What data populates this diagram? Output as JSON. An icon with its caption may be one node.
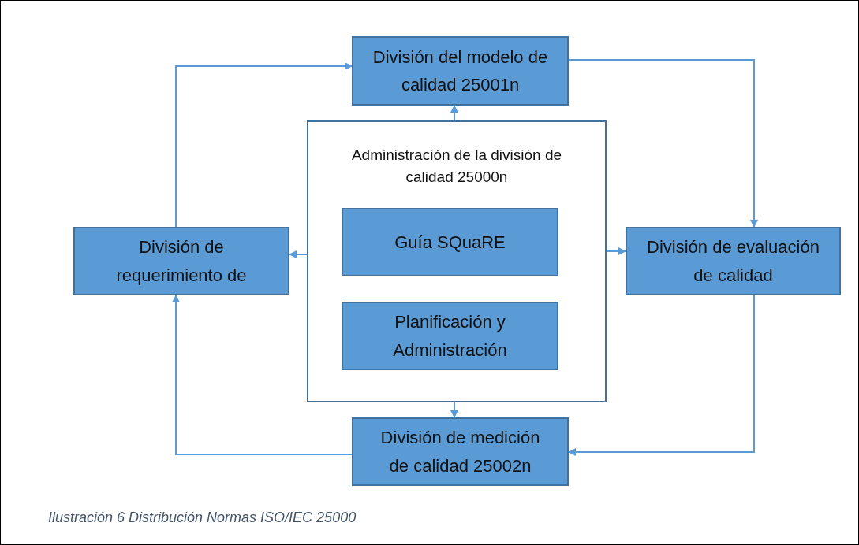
{
  "diagram": {
    "caption": "Ilustración 6 Distribución Normas ISO/IEC 25000",
    "nodes": [
      {
        "text": [
          "División del modelo de calidad 25001n"
        ]
      },
      {
        "text": [
          "Administración de la división de calidad 25000n"
        ]
      },
      {
        "text": [
          "Guía SQuaRE"
        ],
        "in": 1
      },
      {
        "text": [
          "Planificación y Administración"
        ],
        "in": 1
      },
      {
        "text": [
          "División de requerimiento de"
        ]
      },
      {
        "text": [
          "División de evaluación de calidad"
        ]
      },
      {
        "text": [
          "División de medición de calidad 25002n"
        ]
      }
    ],
    "edges": [
      {
        "from": 4,
        "to": 0,
        "arrow": "to"
      },
      {
        "from": 0,
        "to": 5,
        "arrow": "to"
      },
      {
        "from": 5,
        "to": 6,
        "arrow": "to"
      },
      {
        "from": 6,
        "to": 4,
        "arrow": "to"
      },
      {
        "from": 1,
        "to": 0,
        "arrow": "to"
      },
      {
        "from": 1,
        "to": 4,
        "arrow": "to"
      },
      {
        "from": 1,
        "to": 5,
        "arrow": "to"
      },
      {
        "from": 1,
        "to": 6,
        "arrow": "to"
      }
    ]
  }
}
